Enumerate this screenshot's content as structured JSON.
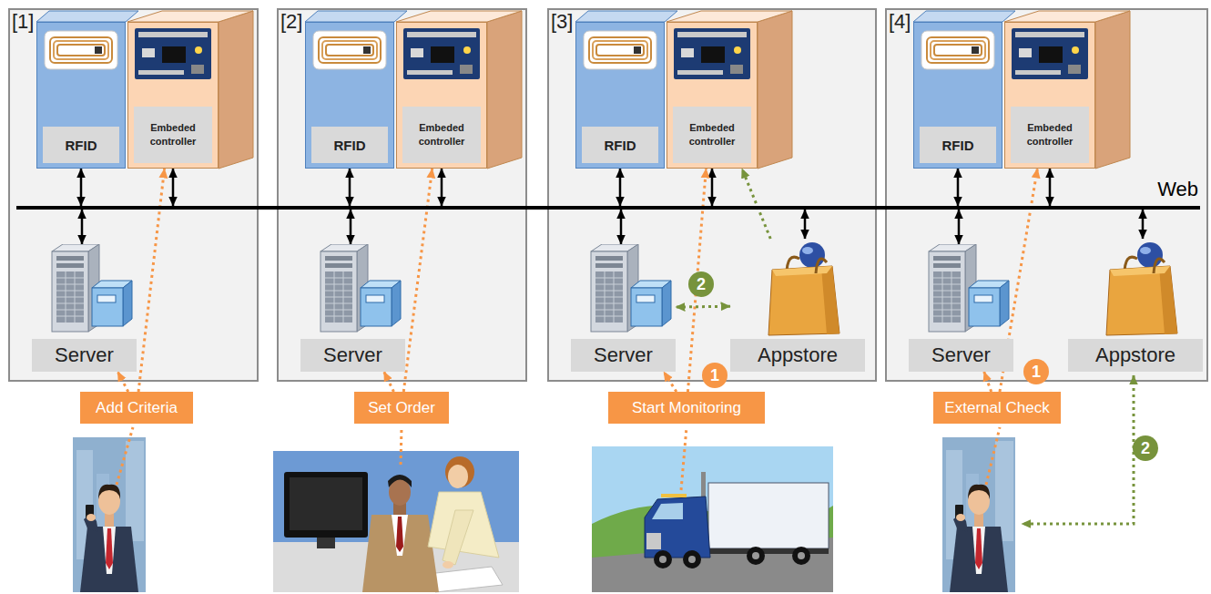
{
  "diagram": {
    "nodes": [
      {
        "text": [
          "[1]"
        ]
      },
      {
        "text": [
          "RFID"
        ],
        "in": 0
      },
      {
        "text": [
          "Embeded controller"
        ],
        "in": 0
      },
      {
        "text": [
          "Server"
        ],
        "in": 0
      },
      {
        "text": [
          "[2]"
        ]
      },
      {
        "text": [
          "RFID"
        ],
        "in": 4
      },
      {
        "text": [
          "Embeded controller"
        ],
        "in": 4
      },
      {
        "text": [
          "Server"
        ],
        "in": 4
      },
      {
        "text": [
          "[3]"
        ]
      },
      {
        "text": [
          "RFID"
        ],
        "in": 8
      },
      {
        "text": [
          "Embeded controller"
        ],
        "in": 8
      },
      {
        "text": [
          "Server"
        ],
        "in": 8
      },
      {
        "text": [
          "Appstore"
        ],
        "in": 8
      },
      {
        "text": [
          "[4]"
        ]
      },
      {
        "text": [
          "RFID"
        ],
        "in": 13
      },
      {
        "text": [
          "Embeded controller"
        ],
        "in": 13
      },
      {
        "text": [
          "Server"
        ],
        "in": 13
      },
      {
        "text": [
          "Appstore"
        ],
        "in": 13
      },
      {
        "text": [
          "Web"
        ]
      },
      {
        "text": [
          "Add Criteria"
        ]
      },
      {
        "text": [
          "Set Order"
        ]
      },
      {
        "text": [
          "Start Monitoring"
        ]
      },
      {
        "text": [
          "External Check"
        ]
      }
    ],
    "edges": [
      {
        "from": 1,
        "to": 18,
        "arrow": "both"
      },
      {
        "from": 2,
        "to": 18,
        "arrow": "both"
      },
      {
        "from": 3,
        "to": 18,
        "arrow": "both"
      },
      {
        "from": 5,
        "to": 18,
        "arrow": "both"
      },
      {
        "from": 6,
        "to": 18,
        "arrow": "both"
      },
      {
        "from": 7,
        "to": 18,
        "arrow": "both"
      },
      {
        "from": 9,
        "to": 18,
        "arrow": "both"
      },
      {
        "from": 10,
        "to": 18,
        "arrow": "both"
      },
      {
        "from": 11,
        "to": 18,
        "arrow": "both"
      },
      {
        "from": 12,
        "to": 18,
        "arrow": "both"
      },
      {
        "from": 14,
        "to": 18,
        "arrow": "both"
      },
      {
        "from": 15,
        "to": 18,
        "arrow": "both"
      },
      {
        "from": 16,
        "to": 18,
        "arrow": "both"
      },
      {
        "from": 17,
        "to": 18,
        "arrow": "both"
      },
      {
        "from": 19,
        "to": 3,
        "arrow": "to"
      },
      {
        "from": 19,
        "to": 2,
        "arrow": "to"
      },
      {
        "from": 20,
        "to": 7,
        "arrow": "to"
      },
      {
        "from": 20,
        "to": 6,
        "arrow": "to"
      },
      {
        "from": 21,
        "to": 11,
        "arrow": "to"
      },
      {
        "from": 21,
        "to": 10,
        "arrow": "to"
      },
      {
        "from": 22,
        "to": 16,
        "arrow": "to"
      },
      {
        "from": 22,
        "to": 15,
        "arrow": "to"
      },
      {
        "from": 12,
        "to": 11,
        "arrow": "both"
      },
      {
        "from": 12,
        "to": 10,
        "arrow": "to"
      }
    ],
    "labels": [
      "1",
      "2",
      "1",
      "2"
    ]
  }
}
